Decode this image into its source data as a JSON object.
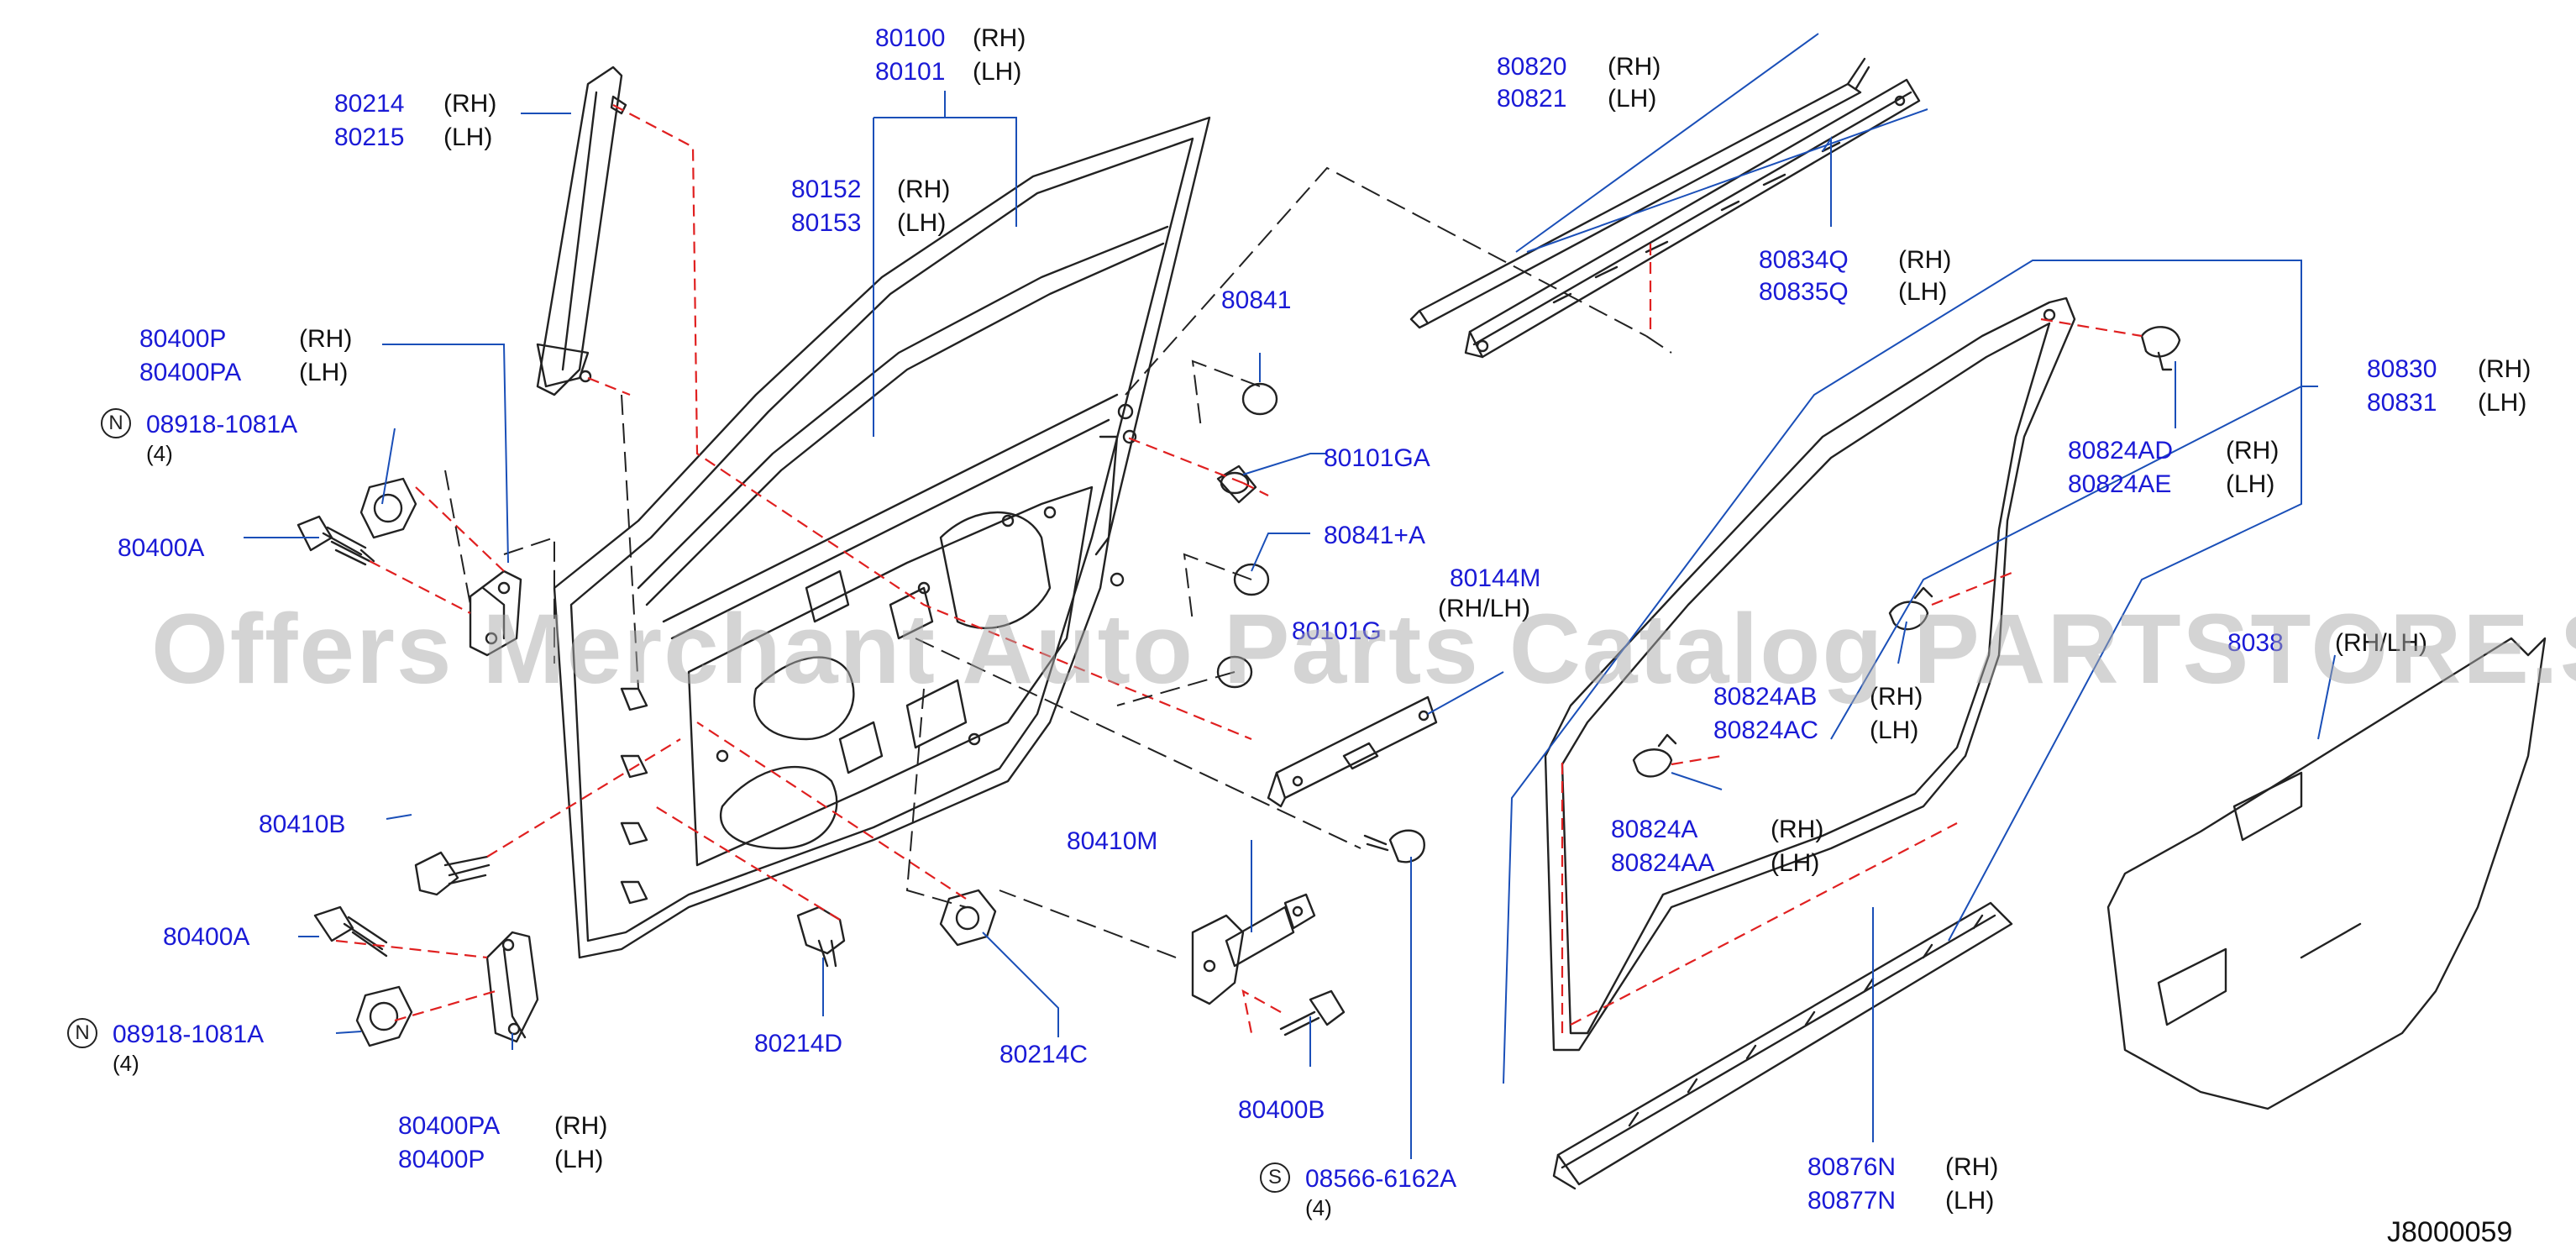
{
  "diagram_ref": "J8000059",
  "watermark": "Offers Merchant Auto Parts Catalog PARTSTORE.SA",
  "colors": {
    "part_number": "#1a1ad6",
    "leader": "#1a4fb8",
    "dashed": "#e02020",
    "line": "#222222"
  },
  "labels": {
    "p80100": {
      "pn": "80100",
      "side": "(RH)"
    },
    "p80101": {
      "pn": "80101",
      "side": "(LH)"
    },
    "p80214": {
      "pn": "80214",
      "side": "(RH)"
    },
    "p80215": {
      "pn": "80215",
      "side": "(LH)"
    },
    "p80152": {
      "pn": "80152",
      "side": "(RH)"
    },
    "p80153": {
      "pn": "80153",
      "side": "(LH)"
    },
    "p80820": {
      "pn": "80820",
      "side": "(RH)"
    },
    "p80821": {
      "pn": "80821",
      "side": "(LH)"
    },
    "p80400P": {
      "pn": "80400P",
      "side": "(RH)"
    },
    "p80400PA": {
      "pn": "80400PA",
      "side": "(LH)"
    },
    "n1": {
      "pn": "08918-1081A",
      "badge": "N",
      "qty": "(4)"
    },
    "p80400A_1": {
      "pn": "80400A"
    },
    "p80841": {
      "pn": "80841"
    },
    "p80101GA": {
      "pn": "80101GA"
    },
    "p80841A": {
      "pn": "80841+A"
    },
    "p80144M": {
      "pn": "80144M",
      "side": "(RH/LH)"
    },
    "p80101G": {
      "pn": "80101G"
    },
    "p80834Q": {
      "pn": "80834Q",
      "side": "(RH)"
    },
    "p80835Q": {
      "pn": "80835Q",
      "side": "(LH)"
    },
    "p80830": {
      "pn": "80830",
      "side": "(RH)"
    },
    "p80831": {
      "pn": "80831",
      "side": "(LH)"
    },
    "p80824AD": {
      "pn": "80824AD",
      "side": "(RH)"
    },
    "p80824AE": {
      "pn": "80824AE",
      "side": "(LH)"
    },
    "p8038x": {
      "pn": "8038",
      "side": "(RH/LH)"
    },
    "p80824AB": {
      "pn": "80824AB",
      "side": "(RH)"
    },
    "p80824AC": {
      "pn": "80824AC",
      "side": "(LH)"
    },
    "p80824A": {
      "pn": "80824A",
      "side": "(RH)"
    },
    "p80824AA": {
      "pn": "80824AA",
      "side": "(LH)"
    },
    "p80410B": {
      "pn": "80410B"
    },
    "p80410M": {
      "pn": "80410M"
    },
    "p80400A_2": {
      "pn": "80400A"
    },
    "n2": {
      "pn": "08918-1081A",
      "badge": "N",
      "qty": "(4)"
    },
    "p80400PA_b": {
      "pn": "80400PA",
      "side": "(RH)"
    },
    "p80400P_b": {
      "pn": "80400P",
      "side": "(LH)"
    },
    "p80214D": {
      "pn": "80214D"
    },
    "p80214C": {
      "pn": "80214C"
    },
    "p80400B": {
      "pn": "80400B"
    },
    "s1": {
      "pn": "08566-6162A",
      "badge": "S",
      "qty": "(4)"
    },
    "p80876N": {
      "pn": "80876N",
      "side": "(RH)"
    },
    "p80877N": {
      "pn": "80877N",
      "side": "(LH)"
    }
  }
}
